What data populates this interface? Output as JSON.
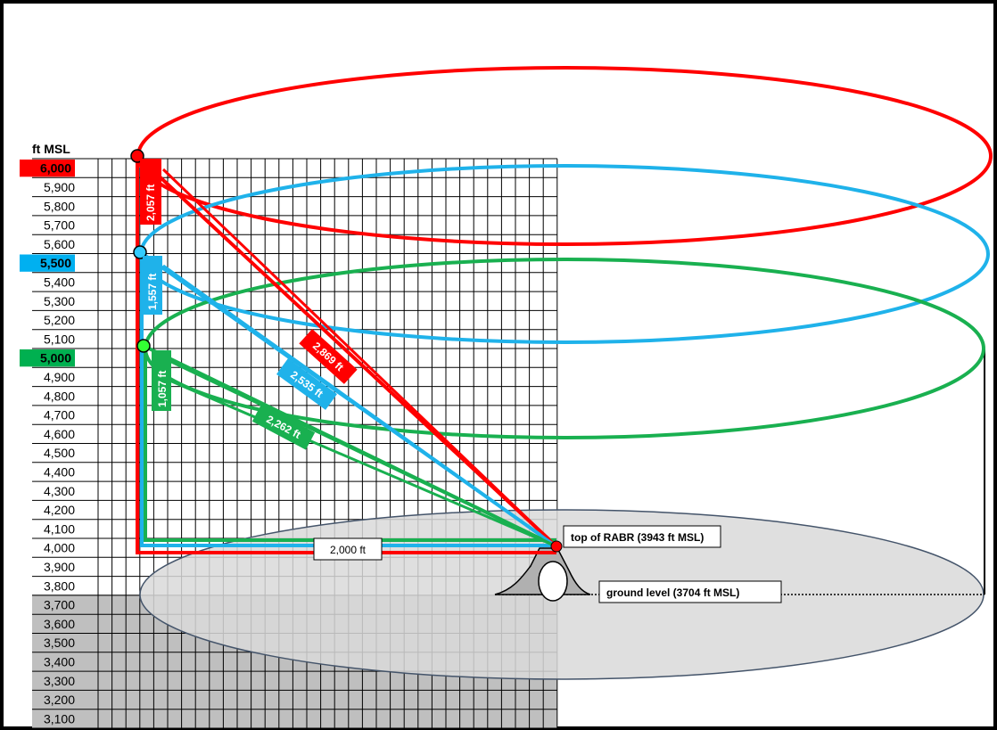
{
  "chart_data": {
    "type": "diagram",
    "y_axis": {
      "title": "ft MSL",
      "ticks": [
        "6,000",
        "5,900",
        "5,800",
        "5,700",
        "5,600",
        "5,500",
        "5,400",
        "5,300",
        "5,200",
        "5,100",
        "5,000",
        "4,900",
        "4,800",
        "4,700",
        "4,600",
        "4,500",
        "4,400",
        "4,300",
        "4,200",
        "4,100",
        "4,000",
        "3,900",
        "3,800",
        "3,700",
        "3,600",
        "3,500",
        "3,400",
        "3,300",
        "3,200",
        "3,100"
      ],
      "highlighted": [
        {
          "label": "6,000",
          "color": "#ff0000"
        },
        {
          "label": "5,500",
          "color": "#00b0f0"
        },
        {
          "label": "5,000",
          "color": "#00b050"
        }
      ]
    },
    "altitudes": [
      {
        "alt_msl": 6000,
        "color": "#ff0000",
        "vertical_label": "2,057 ft",
        "slant_label": "2,869 ft"
      },
      {
        "alt_msl": 5500,
        "color": "#1fb2ea",
        "vertical_label": "1,557 ft",
        "slant_label": "2,535 ft"
      },
      {
        "alt_msl": 5000,
        "color": "#19b050",
        "vertical_label": "1,057 ft",
        "slant_label": "2,262 ft"
      }
    ],
    "horizontal_distance": {
      "label": "2,000 ft"
    },
    "callouts": {
      "top": "top of RABR (3943 ft MSL)",
      "ground": "ground level (3704 ft MSL)"
    }
  }
}
